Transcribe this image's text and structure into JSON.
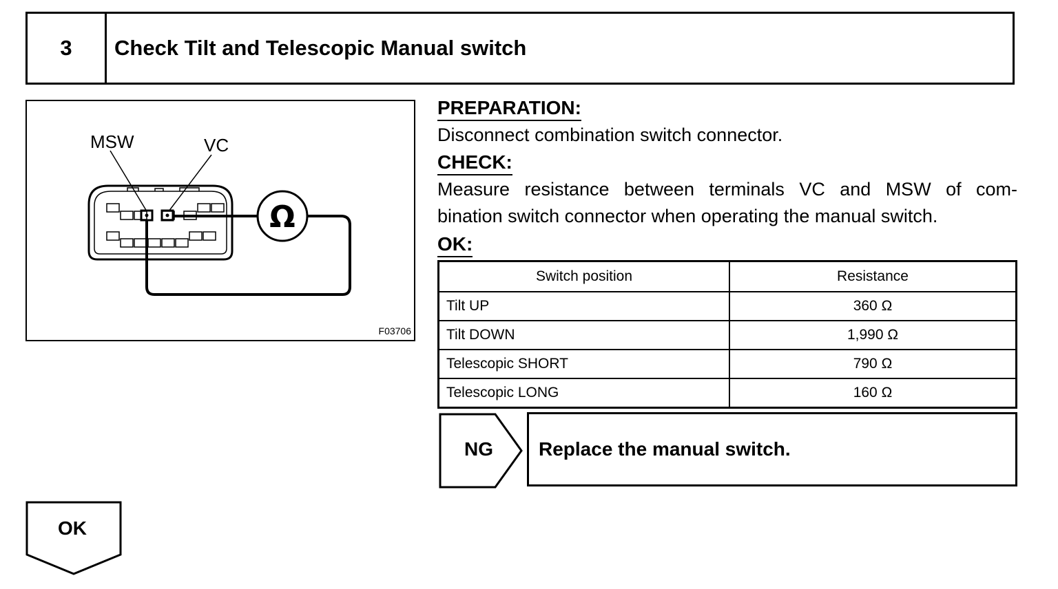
{
  "step": {
    "number": "3",
    "title": "Check Tilt and Telescopic Manual switch"
  },
  "figure": {
    "label_msw": "MSW",
    "label_vc": "VC",
    "ohmmeter_symbol": "Ω",
    "code": "F03706"
  },
  "preparation": {
    "heading": "PREPARATION:",
    "text": "Disconnect combination switch connector."
  },
  "check": {
    "heading": "CHECK:",
    "line1": "Measure resistance between terminals VC and MSW of com-",
    "line2": "bination switch connector when operating the manual switch."
  },
  "ok_spec": {
    "heading": "OK:",
    "columns": [
      "Switch position",
      "Resistance"
    ],
    "rows": [
      {
        "position": "Tilt UP",
        "resistance": "360 Ω"
      },
      {
        "position": "Tilt DOWN",
        "resistance": "1,990 Ω"
      },
      {
        "position": "Telescopic SHORT",
        "resistance": "790 Ω"
      },
      {
        "position": "Telescopic LONG",
        "resistance": "160 Ω"
      }
    ]
  },
  "ng_result": {
    "label": "NG",
    "action": "Replace the manual switch."
  },
  "ok_result": {
    "label": "OK"
  }
}
